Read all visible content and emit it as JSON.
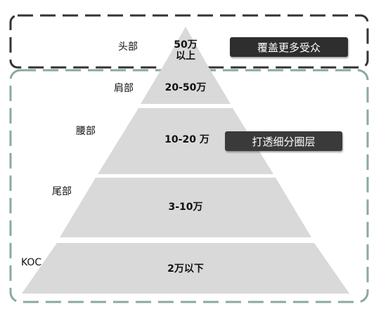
{
  "colors": {
    "top_border": "#333333",
    "bottom_border": "#8aa9a0",
    "tier_fill": "#d9d9d9",
    "badge_bg": "#2e2e2e",
    "badge_bg_2": "#3a3a3a"
  },
  "tiers": [
    {
      "side_label": "头部",
      "value": "50万\n以上"
    },
    {
      "side_label": "肩部",
      "value": "20-50万"
    },
    {
      "side_label": "腰部",
      "value": "10-20 万"
    },
    {
      "side_label": "尾部",
      "value": "3-10万"
    },
    {
      "side_label": "KOC",
      "value": "2万以下"
    }
  ],
  "badges": {
    "top": "覆盖更多受众",
    "middle": "打透细分圈层"
  }
}
